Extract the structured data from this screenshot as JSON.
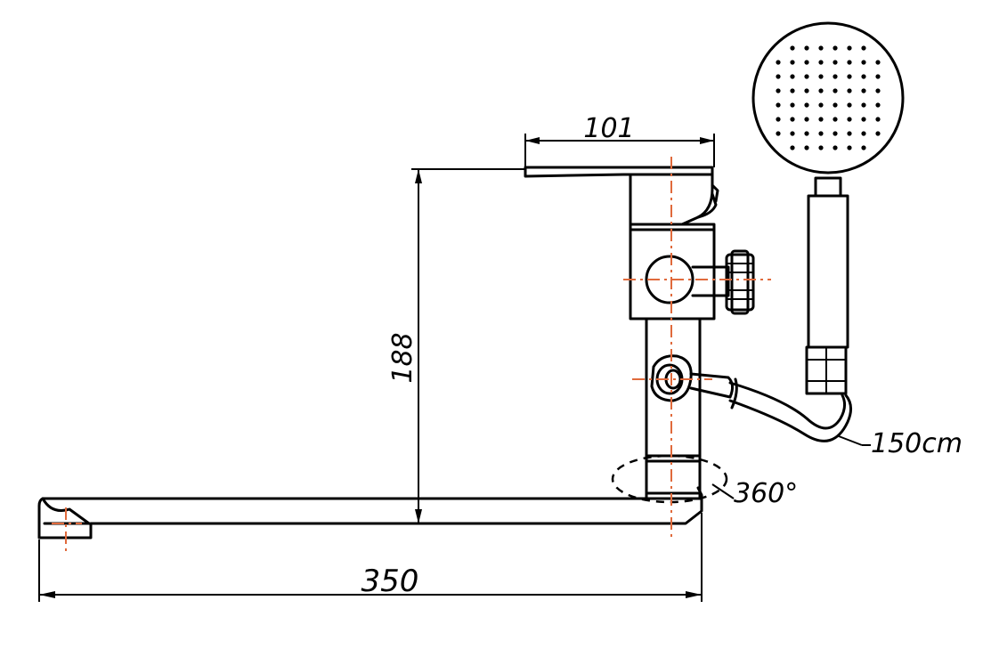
{
  "drawing": {
    "dimensions": {
      "lever_length": "101",
      "height": "188",
      "spout_length": "350",
      "hose_length": "150cm",
      "rotation": "360°"
    },
    "colors": {
      "line": "#000000",
      "centerline": "#e06a3c",
      "background": "#ffffff"
    }
  }
}
